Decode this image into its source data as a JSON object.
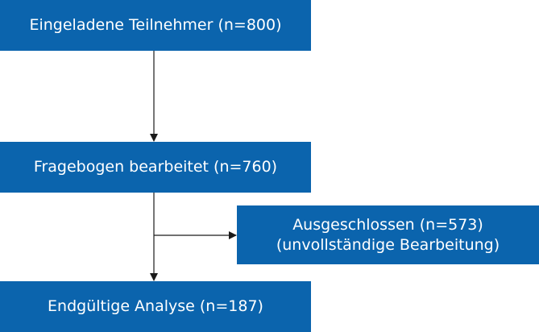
{
  "flowchart": {
    "invited": {
      "label": "Eingeladene Teilnehmer (n=800)"
    },
    "completed": {
      "label": "Fragebogen bearbeitet (n=760)"
    },
    "excluded": {
      "line1": "Ausgeschlossen (n=573)",
      "line2": "(unvollständige Bearbeitung)"
    },
    "final": {
      "label": "Endgültige Analyse (n=187)"
    }
  },
  "colors": {
    "box_fill": "#0b64ad",
    "box_text": "#ffffff",
    "connector": "#1a1a1a"
  }
}
